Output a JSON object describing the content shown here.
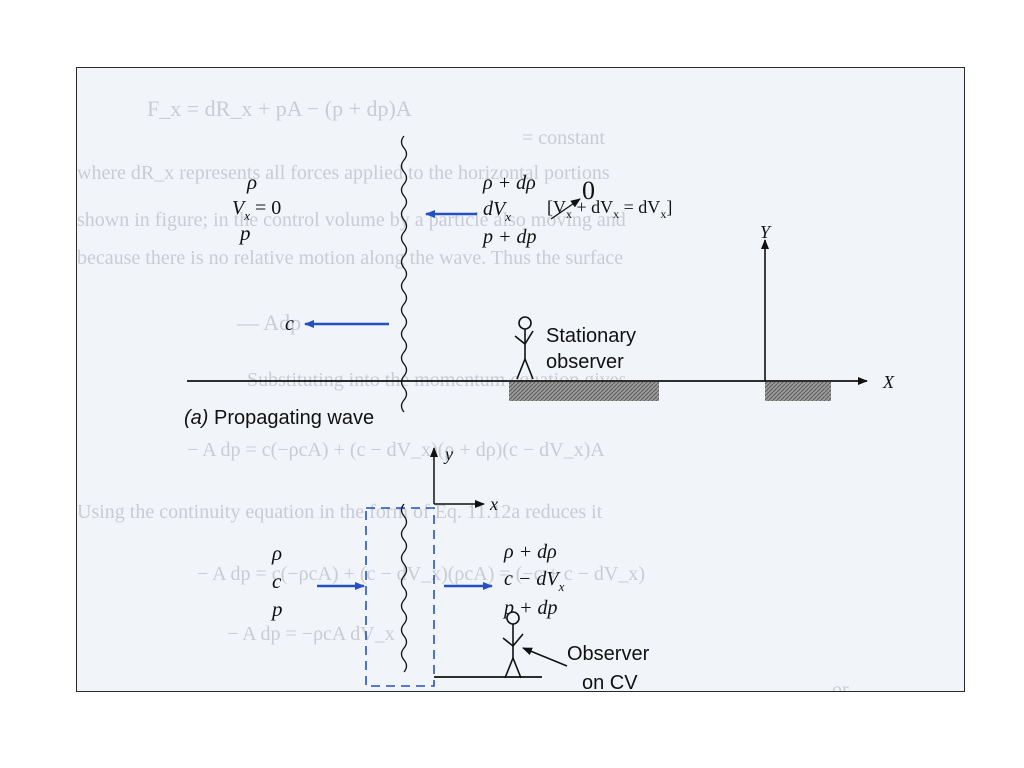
{
  "background_text": {
    "line1": "F_x = dR_x + pA − (p + dp)A",
    "line2": "= constant",
    "line3": "where dR_x represents all forces applied to the horizontal portions",
    "line4": "shown in figure; in the control volume by a particle also moving and",
    "line5": "because there is no relative motion along the wave. Thus the surface",
    "line6": "— Adp",
    "line7": "Substituting into the momentum equation gives",
    "line8": "− A dp = c(−ρcA) + (c − dV_x)(ρ + dρ)(c − dV_x)A",
    "line9": "Using the continuity equation in the form of Eq. 11.12a reduces it",
    "line10": "− A dp = c(−ρcA) + (c − dV_x)(ρcA) = (−c + c − dV_x)",
    "line11": "− A dp = −ρcA dV_x",
    "line12": "or"
  },
  "panel_a": {
    "left_rho": "ρ",
    "left_vx": "V",
    "left_vx_sub": "x",
    "left_vx_eq": " = 0",
    "left_p": "p",
    "right_rho": "ρ + dρ",
    "right_dvx": "dV",
    "right_dvx_sub": "x",
    "right_p": "p + dp",
    "wave_speed": "c",
    "observer_label_1": "Stationary",
    "observer_label_2": "observer",
    "caption_a": "(a)",
    "caption_text": " Propagating wave",
    "axis_y": "Y",
    "axis_x": "X"
  },
  "annotation": {
    "open_bracket": "[V",
    "sub1": "x",
    "mid": " + dV",
    "sub2": "x",
    "eq": " = dV",
    "sub3": "x",
    "close": "]",
    "zero": "0"
  },
  "panel_b": {
    "left_rho": "ρ",
    "left_c": "c",
    "left_p": "p",
    "right_rho": "ρ + dρ",
    "right_c": "c − dV",
    "right_c_sub": "x",
    "right_p": "p + dp",
    "axis_y": "y",
    "axis_x": "x",
    "observer_label_1": "Observer",
    "observer_label_2": "on CV"
  }
}
